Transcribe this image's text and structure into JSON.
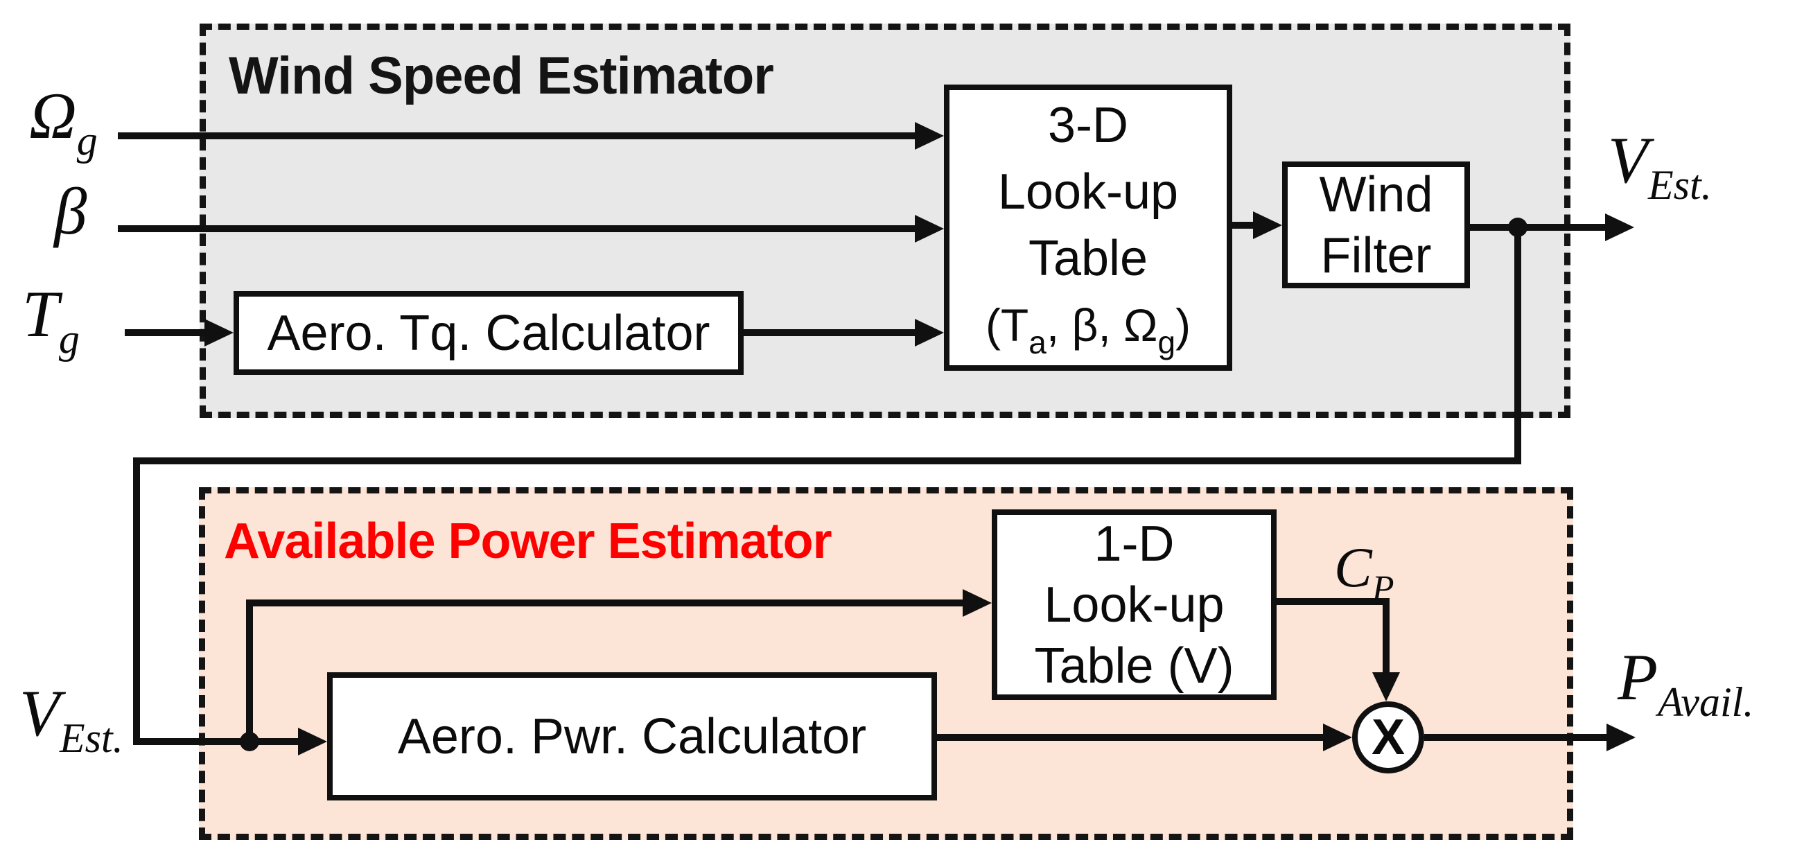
{
  "colors": {
    "region_gray_fill": "#e8e8e8",
    "region_orange_fill": "#fce4d6",
    "line_black": "#101010",
    "title_red": "#fe0000",
    "block_fill": "#ffffff"
  },
  "wind_speed_estimator": {
    "title": "Wind Speed Estimator",
    "inputs": {
      "omega": {
        "main": "Ω",
        "sub": "g"
      },
      "beta": {
        "main": "β"
      },
      "torque": {
        "main": "T",
        "sub": "g"
      }
    },
    "blocks": {
      "aero_tq_calculator": {
        "label": "Aero. Tq. Calculator"
      },
      "lut_3d": {
        "line1": "3-D",
        "line2": "Look-up",
        "line3": "Table",
        "args": {
          "p1": "(T",
          "s1": "a",
          "p2": ", β, Ω",
          "s2": "g",
          "p3": ")"
        }
      },
      "wind_filter": {
        "line1": "Wind",
        "line2": "Filter"
      }
    },
    "output_label": {
      "main": "V",
      "sub": "Est."
    }
  },
  "available_power_estimator": {
    "title": "Available Power Estimator",
    "input_label": {
      "main": "V",
      "sub": "Est."
    },
    "blocks": {
      "lut_1d": {
        "line1": "1-D",
        "line2": "Look-up",
        "line3": "Table (V)"
      },
      "aero_pwr_calculator": {
        "label": "Aero. Pwr. Calculator"
      },
      "multiplier": {
        "symbol": "X"
      }
    },
    "cp_label": {
      "main": "C",
      "sub": "P"
    },
    "output_label": {
      "main": "P",
      "sub": "Avail."
    }
  }
}
